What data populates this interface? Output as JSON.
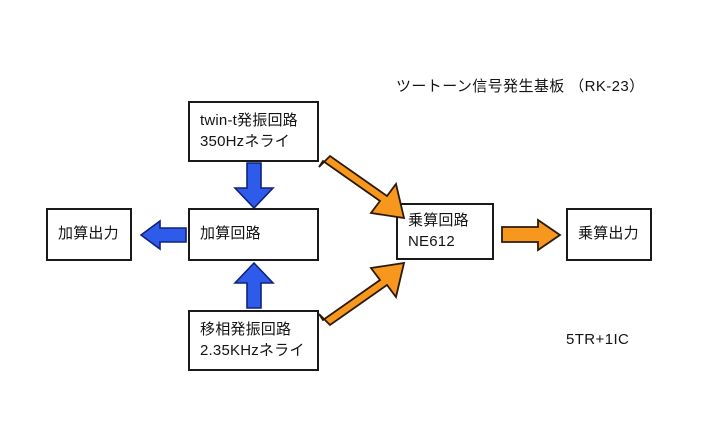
{
  "diagram": {
    "title": "ツートーン信号発生基板 （RK-23）",
    "footnote": "5TR+1IC",
    "colors": {
      "blue_arrow": "#2F5BEA",
      "blue_arrow_outline": "#11227A",
      "orange_arrow": "#F8971D",
      "orange_arrow_outline": "#2A1A08",
      "box_border": "#1a1a1a",
      "box_fill": "#ffffff",
      "text": "#141414",
      "background": "#ffffff"
    },
    "boxes": [
      {
        "id": "twin-t-oscillator",
        "lines": [
          "twin-t発振回路",
          "350Hzネライ"
        ]
      },
      {
        "id": "adder-circuit",
        "lines": [
          "加算回路"
        ]
      },
      {
        "id": "phase-shift-oscillator",
        "lines": [
          "移相発振回路",
          "2.35KHzネライ"
        ]
      },
      {
        "id": "adder-output",
        "lines": [
          "加算出力"
        ]
      },
      {
        "id": "multiplier-circuit",
        "lines": [
          "乗算回路",
          "NE612"
        ]
      },
      {
        "id": "multiplier-output",
        "lines": [
          "乗算出力"
        ]
      }
    ],
    "arrows": [
      {
        "id": "twin-t-to-adder",
        "direction": "down",
        "color": "blue"
      },
      {
        "id": "phase-shift-to-adder",
        "direction": "up",
        "color": "blue"
      },
      {
        "id": "adder-to-adder-output",
        "direction": "left",
        "color": "blue"
      },
      {
        "id": "twin-t-to-multiplier",
        "direction": "down-right",
        "color": "orange"
      },
      {
        "id": "phase-shift-to-multiplier",
        "direction": "up-right",
        "color": "orange"
      },
      {
        "id": "multiplier-to-multiplier-output",
        "direction": "right",
        "color": "orange"
      }
    ]
  }
}
